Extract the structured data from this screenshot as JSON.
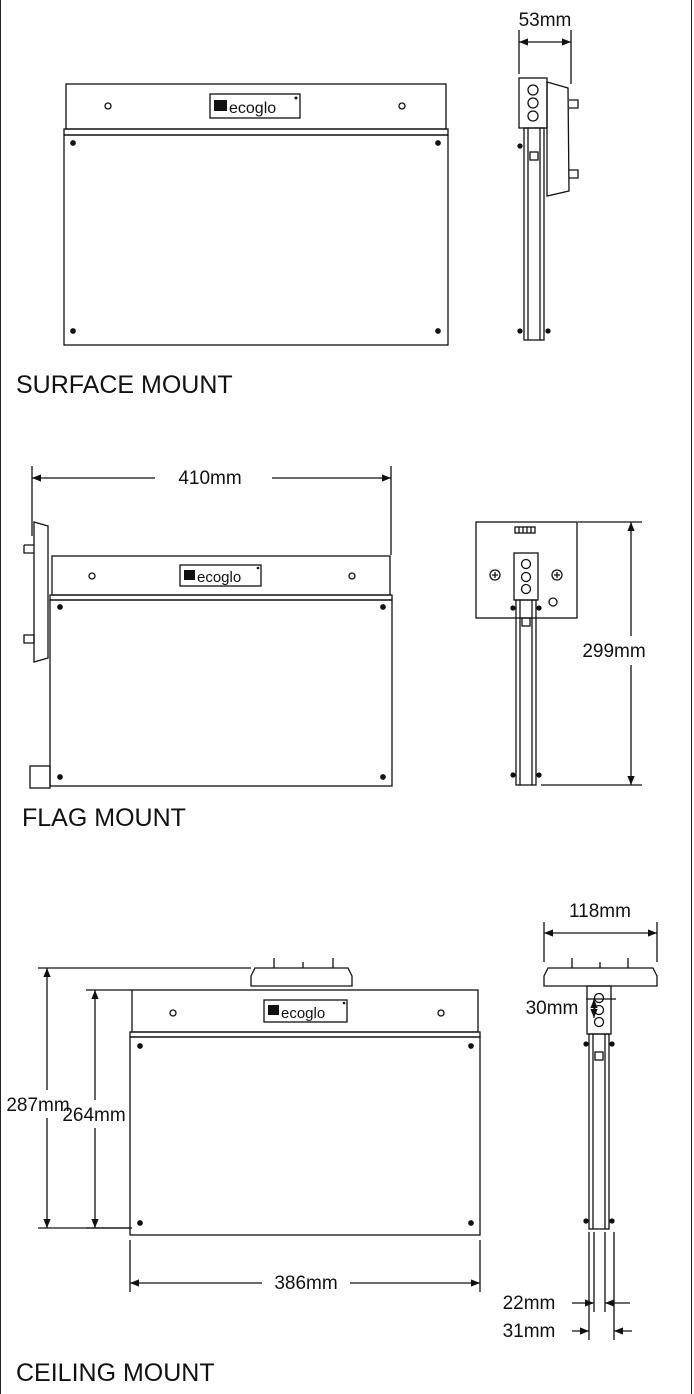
{
  "brand": "ecoglo",
  "views": {
    "surface": {
      "caption": "SURFACE MOUNT",
      "side_depth": "53mm"
    },
    "flag": {
      "caption": "FLAG MOUNT",
      "width": "410mm",
      "height": "299mm"
    },
    "ceiling": {
      "caption": "CEILING MOUNT",
      "overall_height": "287mm",
      "body_height": "264mm",
      "body_width": "386mm",
      "canopy_width": "118mm",
      "stem": "30mm",
      "rail_inner": "22mm",
      "rail_outer": "31mm"
    }
  },
  "colors": {
    "line": "#111111",
    "background": "#ffffff"
  }
}
